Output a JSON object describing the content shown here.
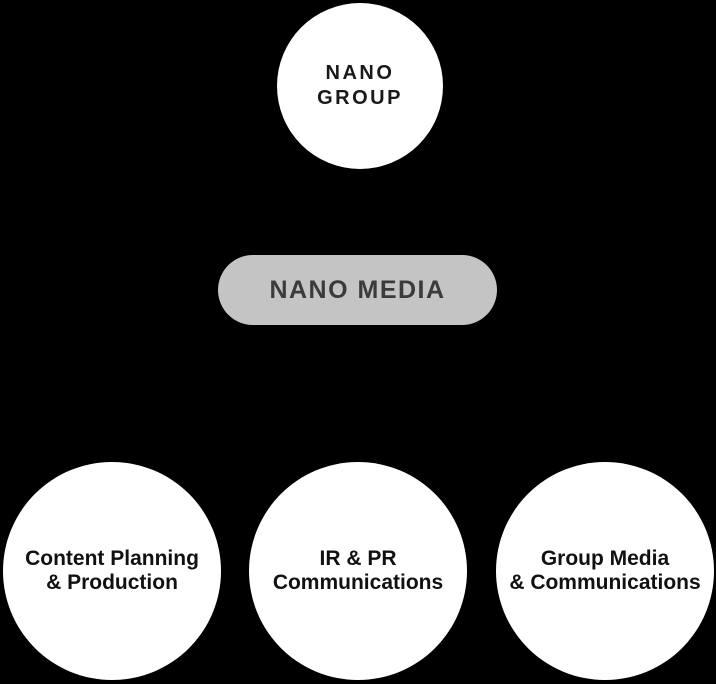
{
  "diagram": {
    "type": "org-chart",
    "background_color": "#000000",
    "node_fill": "#ffffff",
    "node_text_color": "#191919",
    "pill_fill": "#c4c4c4",
    "pill_text_color": "#3b3b3b",
    "root": {
      "line1": "NANO",
      "line2": "GROUP"
    },
    "intermediate": {
      "label": "NANO MEDIA"
    },
    "children": [
      {
        "line1": "Content Planning",
        "line2": "& Production"
      },
      {
        "line1": "IR & PR",
        "line2": "Communications"
      },
      {
        "line1": "Group Media",
        "line2": "& Communications"
      }
    ]
  }
}
